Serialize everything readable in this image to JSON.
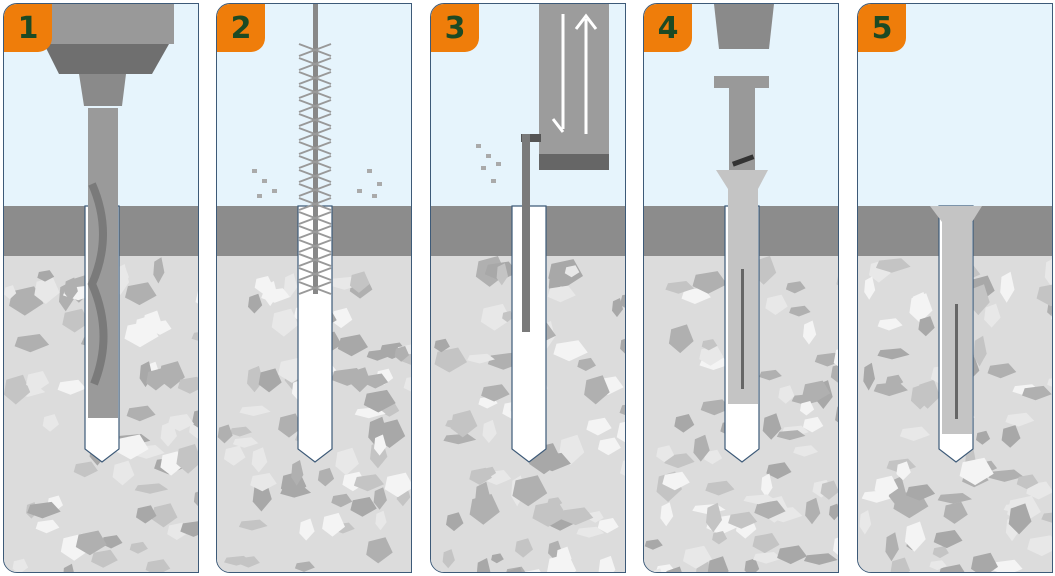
{
  "steps": [
    {
      "number": "1",
      "tool": "drill"
    },
    {
      "number": "2",
      "tool": "brush"
    },
    {
      "number": "3",
      "tool": "blow-pump"
    },
    {
      "number": "4",
      "tool": "hammer-anchor"
    },
    {
      "number": "5",
      "tool": "anchor"
    }
  ],
  "colors": {
    "sky": "#e6f4fc",
    "surface": "#8c8c8c",
    "concrete": "#dcdcdc",
    "badge": "#ef7d0a",
    "number": "#1c4a24",
    "border": "#3d5a78"
  }
}
